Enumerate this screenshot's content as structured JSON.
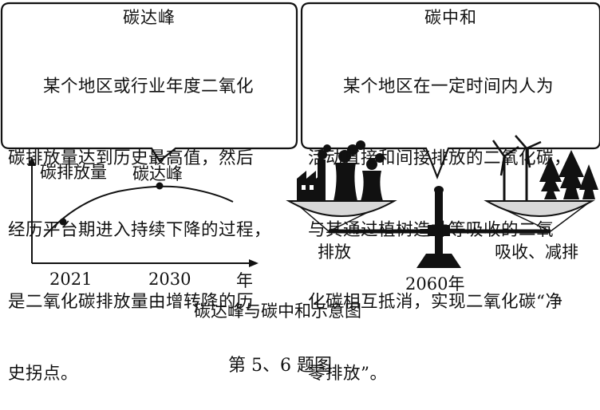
{
  "left_bubble": {
    "title": "碳达峰",
    "lines": [
      "　　某个地区或行业年度二氧化",
      "碳排放量达到历史最高值，然后",
      "经历平台期进入持续下降的过程，",
      "是二氧化碳排放量由增转降的历",
      "史拐点。"
    ]
  },
  "right_bubble": {
    "title": "碳中和",
    "lines": [
      "　　某个地区在一定时间内人为",
      "活动直接和间接排放的二氧化碳，",
      "与其通过植树造林等吸收的二氧",
      "化碳相互抵消，实现二氧化碳“净",
      "零排放”。"
    ]
  },
  "curve": {
    "y_label": "碳排放量",
    "x_label": "年",
    "peak_label": "碳达峰",
    "ticks": [
      "2021",
      "2030"
    ]
  },
  "scale": {
    "left_label": "排放",
    "right_label": "吸收、减排",
    "year_label": "2060年"
  },
  "caption": "碳达峰与碳中和示意图",
  "figure_number": "第 5、6 题图"
}
